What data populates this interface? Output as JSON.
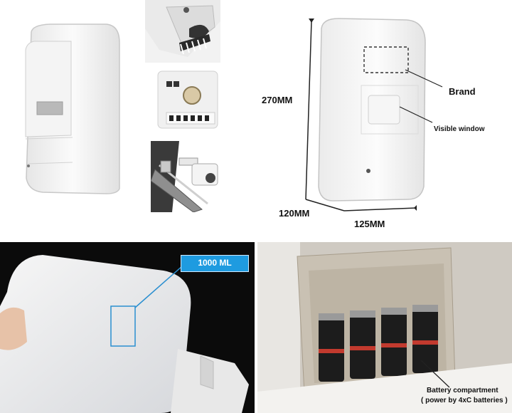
{
  "dimensions": {
    "height": "270MM",
    "depth": "120MM",
    "width": "125MM"
  },
  "callouts": {
    "brand": "Brand",
    "visible_window": "Visible window"
  },
  "bottle": {
    "capacity_badge": "1000 ML",
    "badge_color": "#1e9be0"
  },
  "battery": {
    "caption_line1": "Battery compartment",
    "caption_line2": "( power by 4xC batteries )"
  }
}
